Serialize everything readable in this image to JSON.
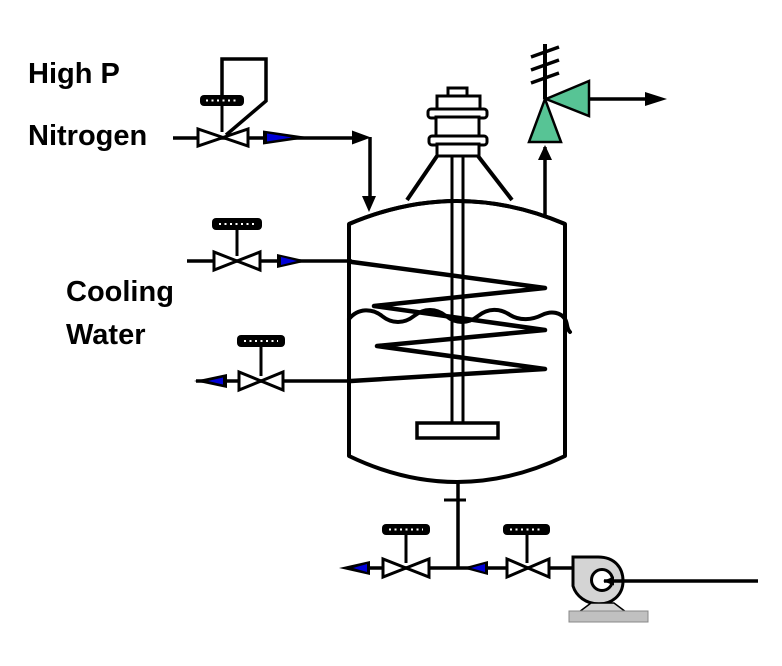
{
  "diagram": {
    "title": "Stirred reactor vessel with nitrogen padding, cooling coil, relief valve and bottom pump-around",
    "labels": {
      "feed_line1": "High P",
      "feed_line2": "Nitrogen",
      "cooling_line1": "Cooling",
      "cooling_line2": "Water"
    },
    "colors": {
      "relief_valve_green": "#57C495",
      "flow_arrow_blue": "#0000D8",
      "pump_casing_gray": "#D4D4D4",
      "pump_base_gray": "#C0C0C0",
      "line_black": "#000000"
    },
    "equipment": [
      "nitrogen-control-valve-with-pressure-pilot",
      "spring-loaded-relief-valve",
      "agitated-reactor-vessel-with-internal-cooling-coil",
      "agitator-motor-and-paddle",
      "cooling-water-inlet-hand-valve",
      "cooling-water-outlet-hand-valve",
      "bottom-drain-hand-valves",
      "centrifugal-pump"
    ]
  }
}
